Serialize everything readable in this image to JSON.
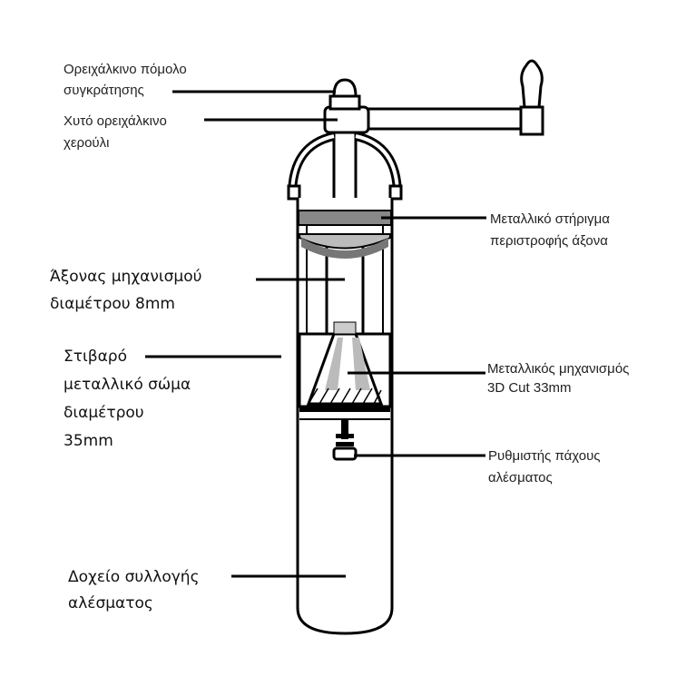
{
  "labels": {
    "knob": [
      "Ορειχάλκινο πόμολο",
      "συγκράτησης"
    ],
    "handle": [
      "Χυτό ορειχάλκινο",
      "χερούλι"
    ],
    "support": [
      "Μεταλλικό στήριγμα",
      "περιστροφής άξονα"
    ],
    "shaft": [
      "Άξονας μηχανισμού",
      "διαμέτρου 8mm"
    ],
    "body": [
      "Στιβαρό",
      "μεταλλικό σώμα",
      "διαμέτρου",
      "35mm"
    ],
    "burr": [
      "Μεταλλικός μηχανισμός",
      "3D Cut  33mm"
    ],
    "adjuster": [
      "Ρυθμιστής πάχους",
      "αλέσματος"
    ],
    "container": [
      "Δοχείο συλλογής",
      "αλέσματος"
    ]
  }
}
